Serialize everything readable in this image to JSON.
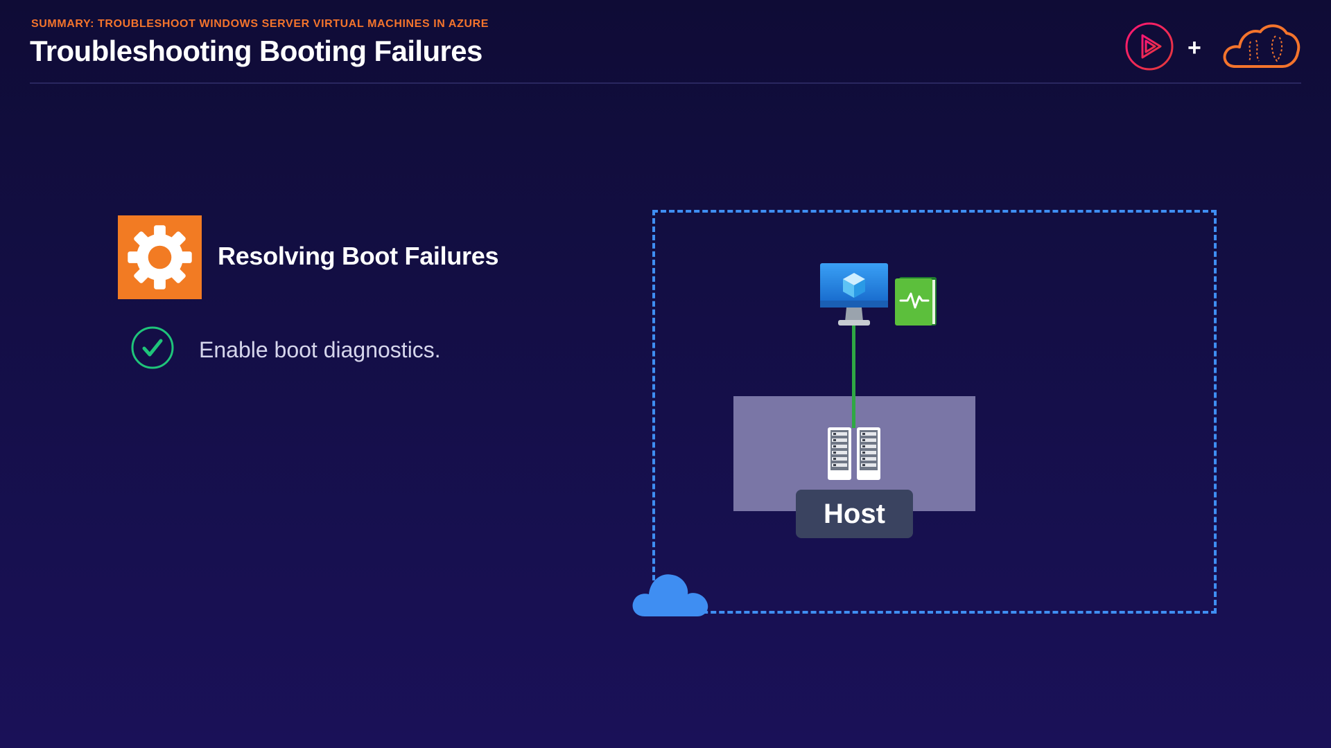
{
  "header": {
    "subtitle": "SUMMARY: TROUBLESHOOT WINDOWS SERVER VIRTUAL MACHINES IN AZURE",
    "title": "Troubleshooting Booting Failures",
    "plus": "+"
  },
  "section": {
    "icon": "gear-icon",
    "title": "Resolving Boot Failures",
    "bullets": [
      {
        "icon": "check-circle-icon",
        "text": "Enable boot diagnostics."
      }
    ]
  },
  "diagram": {
    "host_label": "Host",
    "icons": [
      "virtual-machine-icon",
      "diagnostics-book-icon",
      "server-rack-icon",
      "cloud-icon"
    ]
  },
  "colors": {
    "accent_orange": "#f27b23",
    "frame_blue": "#3f8ef2",
    "link_green": "#2fa844",
    "host_panel": "#7a76a6",
    "check_green": "#1fc47a"
  }
}
